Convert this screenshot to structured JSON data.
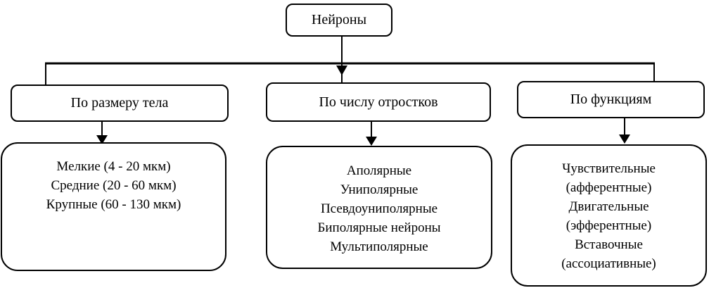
{
  "colors": {
    "ink": "#000000",
    "background": "#ffffff"
  },
  "diagram": {
    "root": {
      "label": "Нейроны"
    },
    "branches": [
      {
        "category": "По размеру тела",
        "items": [
          "Мелкие (4 - 20 мкм)",
          "Средние (20 - 60 мкм)",
          "Крупные (60 - 130 мкм)"
        ]
      },
      {
        "category": "По числу отростков",
        "items": [
          "Аполярные",
          "Униполярные",
          "Псевдоуниполярные",
          "Биполярные нейроны",
          "Мультиполярные"
        ]
      },
      {
        "category": "По функциям",
        "items": [
          "Чувствительные",
          "(афферентные)",
          "Двигательные",
          "(эфферентные)",
          "Вставочные",
          "(ассоциативные)"
        ]
      }
    ]
  }
}
